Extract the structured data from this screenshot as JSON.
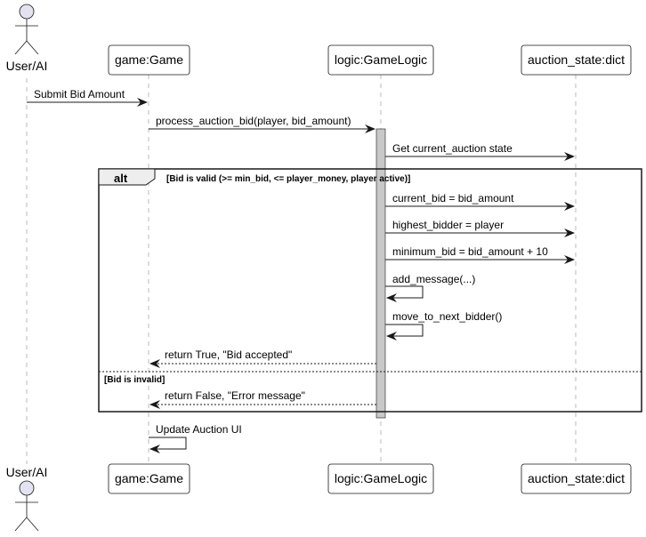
{
  "participants": {
    "user": "User/AI",
    "game": "game:Game",
    "logic": "logic:GameLogic",
    "state": "auction_state:dict"
  },
  "messages": {
    "submit_bid": "Submit Bid Amount",
    "process_bid": "process_auction_bid(player, bid_amount)",
    "get_state": "Get current_auction state",
    "set_current_bid": "current_bid = bid_amount",
    "set_highest_bidder": "highest_bidder = player",
    "set_minimum_bid": "minimum_bid = bid_amount + 10",
    "add_message": "add_message(...)",
    "move_next": "move_to_next_bidder()",
    "return_true": "return True, \"Bid accepted\"",
    "return_false": "return False, \"Error message\"",
    "update_ui": "Update Auction UI"
  },
  "fragment": {
    "operator": "alt",
    "guard_valid": "[Bid is valid (>= min_bid, <= player_money, player active)]",
    "guard_invalid": "[Bid is invalid]"
  },
  "colors": {
    "lifeline": "#bbbbbb",
    "activation": "#c8c8c8",
    "actor_fill": "#e2e2f0",
    "participant_fill": "#ffffff",
    "stroke": "#181818"
  }
}
